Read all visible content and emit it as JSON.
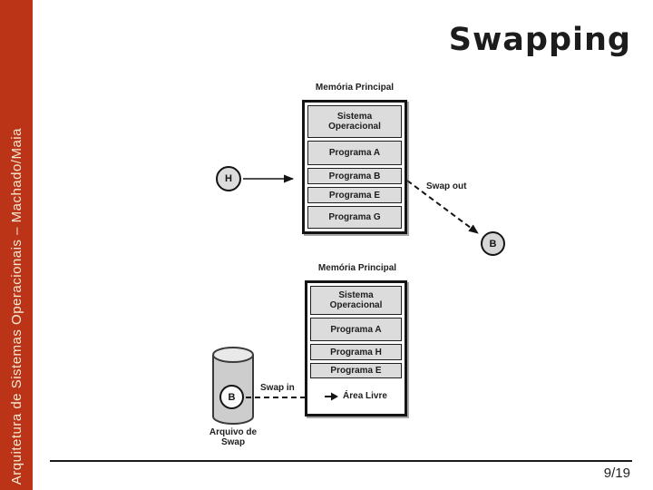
{
  "slide": {
    "title": "Swapping",
    "sidebar_text": "Arquitetura de Sistemas Operacionais – Machado/Maia",
    "page_number": "9/19"
  },
  "colors": {
    "sidebar_background": "#bb3418",
    "sidebar_text": "#f2ead2",
    "memory_row_fill": "#dcdcdc",
    "border": "#141414"
  },
  "diagram_top": {
    "memory_label": "Memória Principal",
    "rows": [
      "Sistema Operacional",
      "Programa A",
      "Programa B",
      "Programa E",
      "Programa G"
    ],
    "incoming_process": "H",
    "outgoing_process": "B",
    "swap_label": "Swap out"
  },
  "diagram_bottom": {
    "memory_label": "Memória Principal",
    "rows": [
      "Sistema Operacional",
      "Programa A",
      "Programa H",
      "Programa E"
    ],
    "free_area_label": "Área Livre",
    "swap_label": "Swap in",
    "disk_process": "B",
    "disk_label": "Arquivo de Swap"
  }
}
